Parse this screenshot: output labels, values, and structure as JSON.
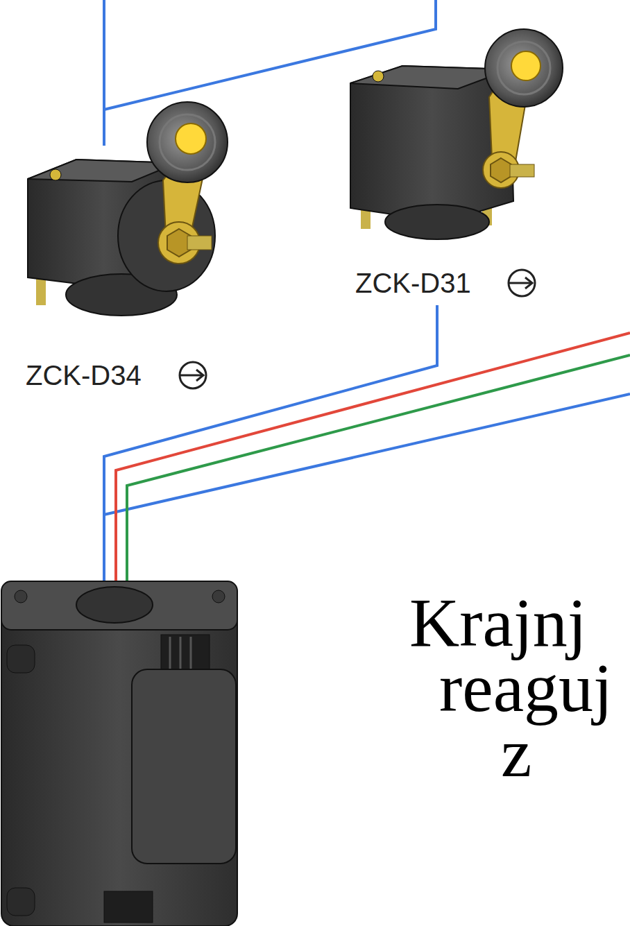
{
  "diagram": {
    "labels": [
      "ZCK-D34",
      "ZCK-D31",
      "Krajnj",
      "reaguj",
      "z"
    ]
  }
}
